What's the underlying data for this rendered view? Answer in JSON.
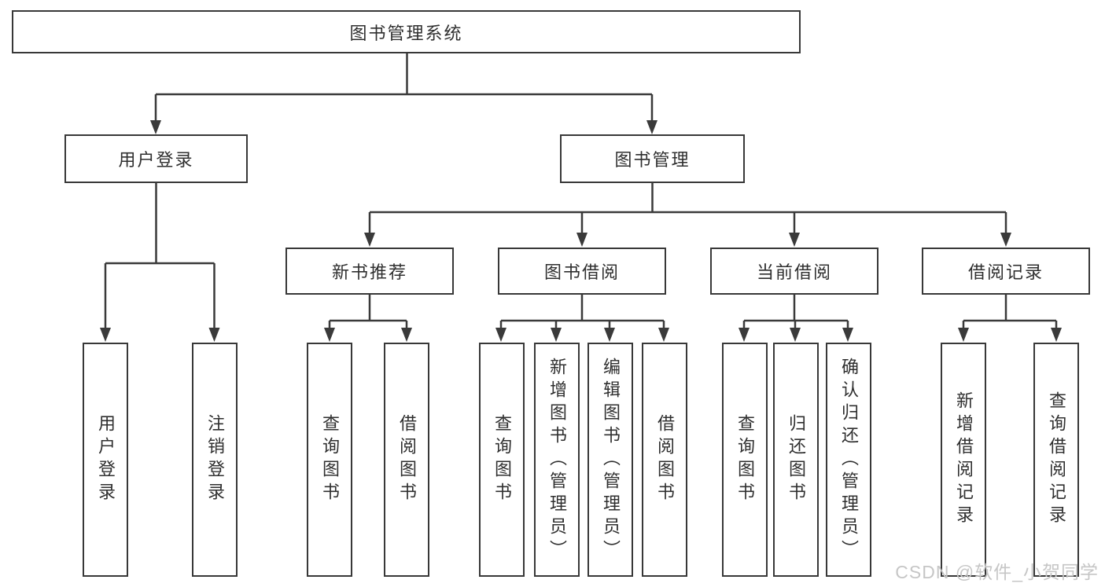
{
  "diagram": {
    "root": {
      "label": "图书管理系统"
    },
    "level2": [
      {
        "label": "用户登录"
      },
      {
        "label": "图书管理"
      }
    ],
    "level3": [
      {
        "label": "新书推荐",
        "parent": "图书管理"
      },
      {
        "label": "图书借阅",
        "parent": "图书管理"
      },
      {
        "label": "当前借阅",
        "parent": "图书管理"
      },
      {
        "label": "借阅记录",
        "parent": "图书管理"
      }
    ],
    "leaves": [
      {
        "label": "用户登录",
        "parent": "用户登录"
      },
      {
        "label": "注销登录",
        "parent": "用户登录"
      },
      {
        "label": "查询图书",
        "parent": "新书推荐"
      },
      {
        "label": "借阅图书",
        "parent": "新书推荐"
      },
      {
        "label": "查询图书",
        "parent": "图书借阅"
      },
      {
        "label": "新增图书（管理员）",
        "parent": "图书借阅"
      },
      {
        "label": "编辑图书（管理员）",
        "parent": "图书借阅"
      },
      {
        "label": "借阅图书",
        "parent": "图书借阅"
      },
      {
        "label": "查询图书",
        "parent": "当前借阅"
      },
      {
        "label": "归还图书",
        "parent": "当前借阅"
      },
      {
        "label": "确认归还（管理员）",
        "parent": "当前借阅"
      },
      {
        "label": "新增借阅记录",
        "parent": "借阅记录"
      },
      {
        "label": "查询借阅记录",
        "parent": "借阅记录"
      }
    ]
  },
  "watermark": {
    "text": "CSDN @软件_小贺同学",
    "color": "#c6c6c6"
  },
  "colors": {
    "line": "#3a3a3a",
    "border": "#383838",
    "text": "#2f2f2f",
    "background": "#ffffff"
  }
}
